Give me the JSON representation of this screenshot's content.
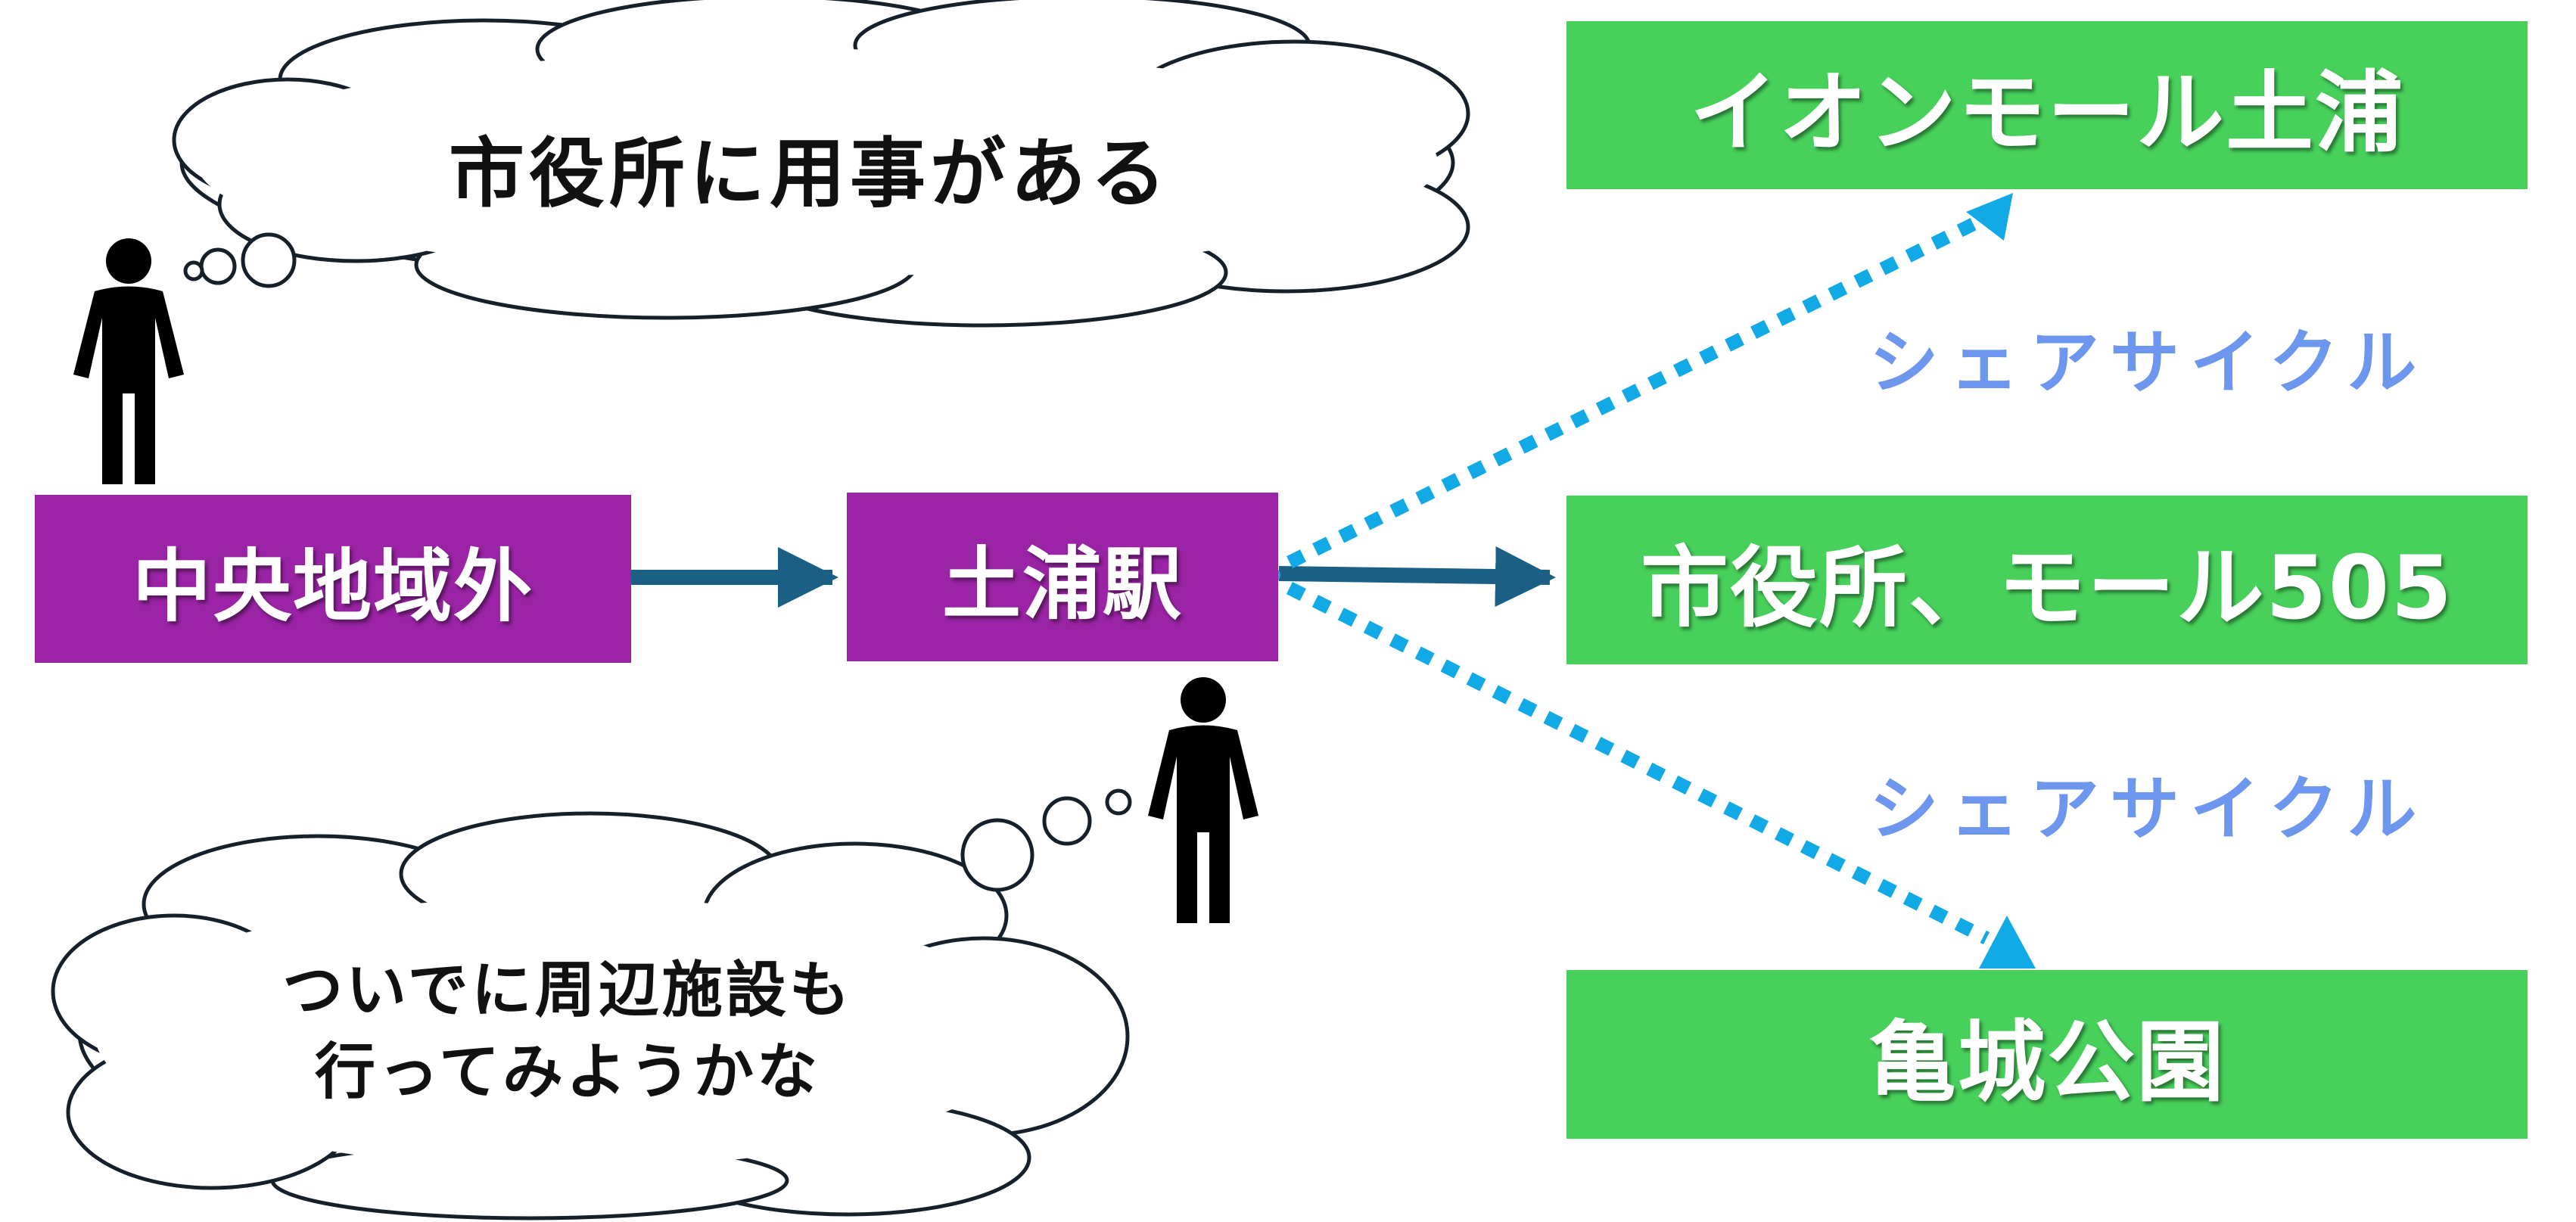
{
  "nodes": {
    "outside": "中央地域外",
    "station": "土浦駅",
    "aeon": "イオンモール土浦",
    "cityhall": "市役所、モール505",
    "park": "亀城公園"
  },
  "edge_labels": {
    "upper": "シェアサイクル",
    "lower": "シェアサイクル"
  },
  "thoughts": {
    "top": "市役所に用事がある",
    "bottom_line1": "ついでに周辺施設も",
    "bottom_line2": "行ってみようかな"
  },
  "colors": {
    "purple_box": "#9b24a6",
    "green_box": "#47d15b",
    "solid_arrow": "#1c5f84",
    "dotted_arrow": "#11a9e6",
    "edge_label": "#6d96ee"
  }
}
